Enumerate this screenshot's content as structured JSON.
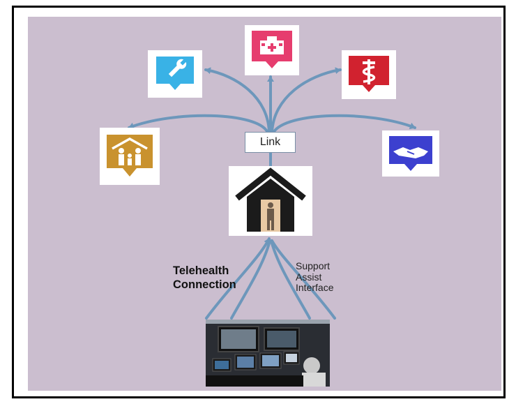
{
  "diagram": {
    "center_node": {
      "label": "Link",
      "icon": "home-with-person-icon"
    },
    "connection_label": [
      "Telehealth",
      "Connection"
    ],
    "support_label": [
      "Support",
      "Assist",
      "Interface"
    ],
    "nodes": [
      {
        "icon": "wrench-icon",
        "color": "#39b2e6"
      },
      {
        "icon": "hospital-icon",
        "color": "#e63d6e"
      },
      {
        "icon": "caduceus-icon",
        "color": "#d1222f"
      },
      {
        "icon": "family-home-icon",
        "color": "#c9922e"
      },
      {
        "icon": "handshake-icon",
        "color": "#3c40cf"
      }
    ],
    "source": {
      "icon": "monitoring-station-photo"
    },
    "colors": {
      "panel": "#cbbecf",
      "arrow": "#6d97bb",
      "border": "#000000"
    }
  }
}
